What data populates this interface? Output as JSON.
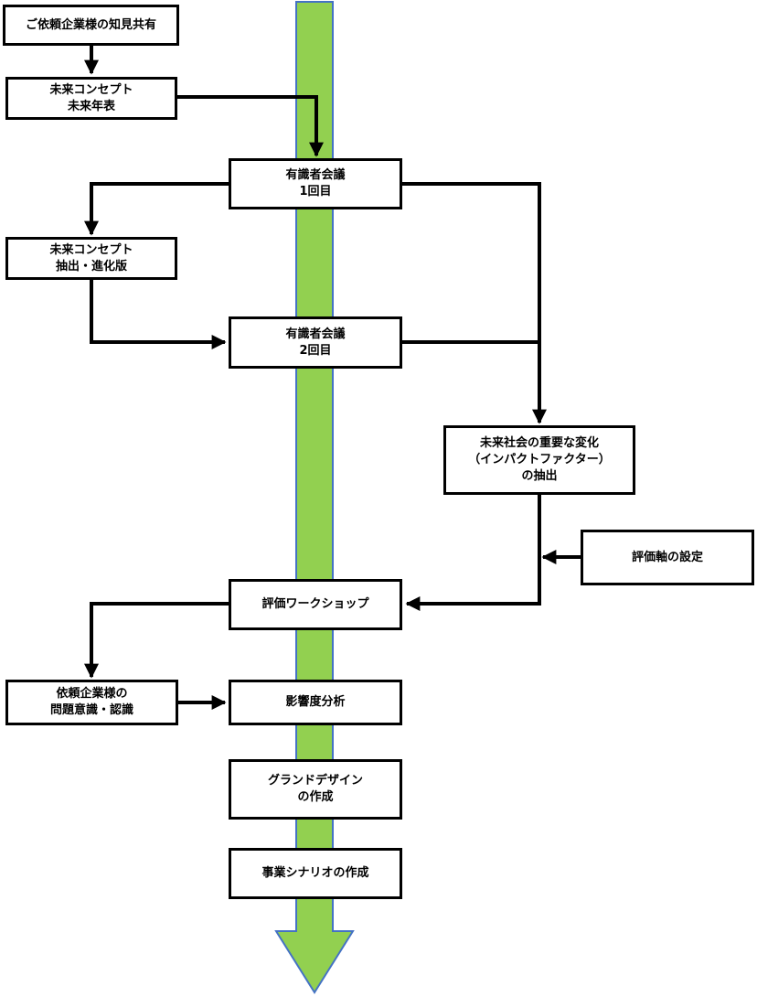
{
  "diagram": {
    "nodes": {
      "knowledge_sharing": "ご依頼企業様の知見共有",
      "future_concept": "未来コンセプト\n未来年表",
      "expert_meeting_1": "有識者会議\n1回目",
      "future_concept_evolved": "未来コンセプト\n抽出・進化版",
      "expert_meeting_2": "有識者会議\n2回目",
      "impact_factors": "未来社会の重要な変化\n（インパクトファクター）\nの抽出",
      "evaluation_axis": "評価軸の設定",
      "evaluation_workshop": "評価ワークショップ",
      "client_awareness": "依頼企業様の\n問題意識・認識",
      "impact_analysis": "影響度分析",
      "grand_design": "グランドデザイン\nの作成",
      "business_scenario": "事業シナリオの作成"
    },
    "colors": {
      "main_flow_arrow": "#92d050",
      "main_flow_border": "#4472c4",
      "box_border": "#000000",
      "connector": "#000000"
    }
  }
}
